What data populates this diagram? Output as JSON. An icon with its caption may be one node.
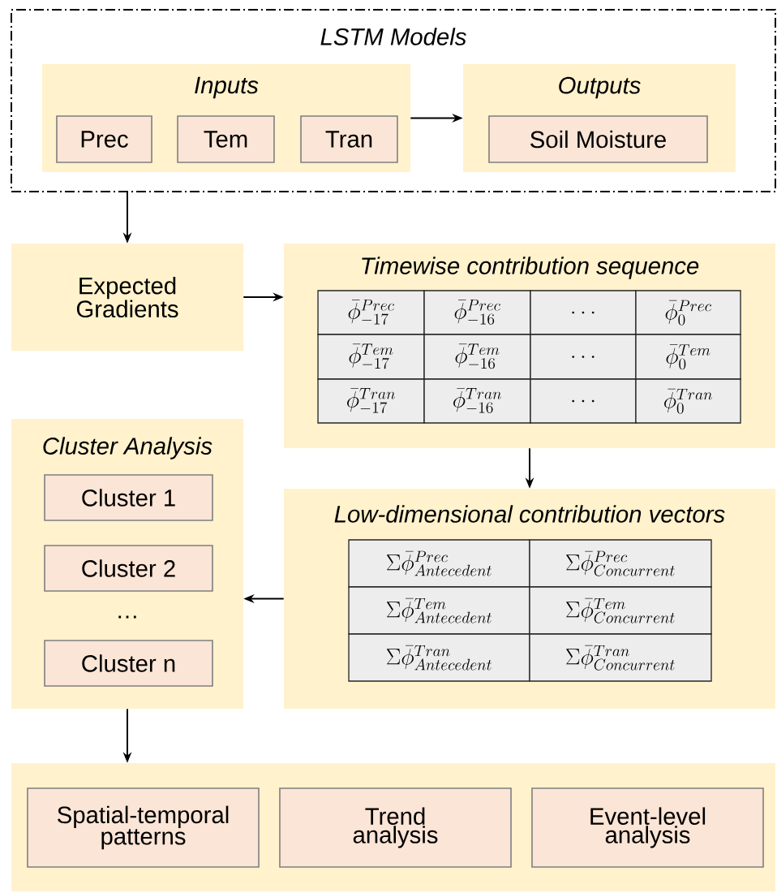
{
  "diagram": {
    "nodes": [
      {
        "text": [
          "LSTM Models"
        ]
      },
      {
        "text": [
          "Inputs"
        ],
        "in": 0
      },
      {
        "text": [
          "Prec"
        ],
        "in": 1
      },
      {
        "text": [
          "Tem"
        ],
        "in": 1
      },
      {
        "text": [
          "Tran"
        ],
        "in": 1
      },
      {
        "text": [
          "Outputs"
        ],
        "in": 0
      },
      {
        "text": [
          "Soil Moisture"
        ],
        "in": 5
      },
      {
        "text": [
          "Expected Gradients"
        ]
      },
      {
        "text": [
          "Timewise contribution sequence"
        ]
      },
      {
        "text": [
          "Cluster Analysis",
          "…"
        ]
      },
      {
        "text": [
          "Cluster 1"
        ],
        "in": 9
      },
      {
        "text": [
          "Cluster 2"
        ],
        "in": 9
      },
      {
        "text": [
          "Cluster n"
        ],
        "in": 9
      },
      {
        "text": [
          "Low-dimensional contribution vectors"
        ]
      },
      {
        "text": [],
        "shape": "box"
      },
      {
        "text": [
          "Spatial-temporal patterns"
        ],
        "in": 14
      },
      {
        "text": [
          "Trend analysis"
        ],
        "in": 14
      },
      {
        "text": [
          "Event-level analysis"
        ],
        "in": 14
      }
    ],
    "edges": [
      {
        "from": 1,
        "to": 5,
        "arrow": "to"
      },
      {
        "from": 0,
        "to": 7,
        "arrow": "to"
      },
      {
        "from": 7,
        "to": 8,
        "arrow": "to"
      },
      {
        "from": 8,
        "to": 13,
        "arrow": "to"
      },
      {
        "from": 13,
        "to": 9,
        "arrow": "to"
      },
      {
        "from": 9,
        "to": 14,
        "arrow": "to"
      }
    ],
    "labels": [
      "\\bar{\\phi}_{-17}^{Prec}",
      "\\bar{\\phi}_{-16}^{Prec}",
      "\\ldots",
      "\\bar{\\phi}_{0}^{Prec}",
      "\\bar{\\phi}_{-17}^{Tem}",
      "\\bar{\\phi}_{-16}^{Tem}",
      "\\ldots",
      "\\bar{\\phi}_{0}^{Tem}",
      "\\bar{\\phi}_{-17}^{Tran}",
      "\\bar{\\phi}_{-16}^{Tran}",
      "\\ldots",
      "\\bar{\\phi}_{0}^{Tran}",
      "\\Sigma\\bar{\\phi}_{Antecedent}^{Prec}",
      "\\Sigma\\bar{\\phi}_{Concurrent}^{Prec}",
      "\\Sigma\\bar{\\phi}_{Antecedent}^{Tem}",
      "\\Sigma\\bar{\\phi}_{Concurrent}^{Tem}",
      "\\Sigma\\bar{\\phi}_{Antecedent}^{Tran}",
      "\\Sigma\\bar{\\phi}_{Concurrent}^{Tran}"
    ]
  }
}
